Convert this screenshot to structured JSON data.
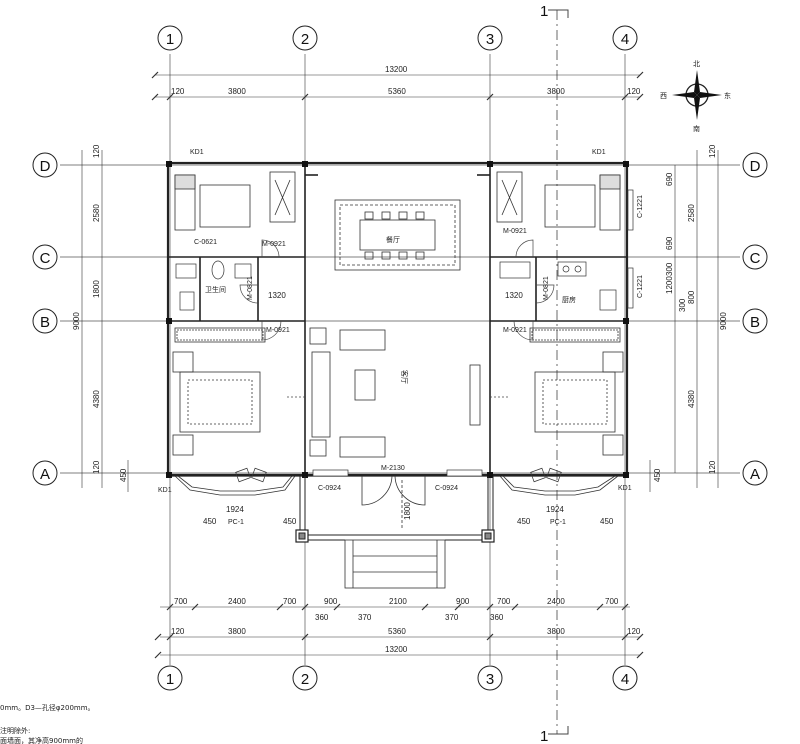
{
  "axes_horizontal": [
    "1",
    "2",
    "3",
    "4"
  ],
  "axes_vertical": [
    "D",
    "C",
    "B",
    "A"
  ],
  "section_mark": "1",
  "compass": {
    "north": "北",
    "south": "南",
    "east": "东",
    "west": "西"
  },
  "dims_top": {
    "total": "13200",
    "left_edge": "120",
    "bay1": "3800",
    "bay2": "5360",
    "bay3": "3800",
    "right_edge": "120"
  },
  "dims_bottom": {
    "row1": [
      "700",
      "2400",
      "700",
      "900",
      "2100",
      "900",
      "700",
      "2400",
      "700"
    ],
    "row1_small": [
      "360",
      "370",
      "370",
      "360"
    ],
    "row2": [
      "120",
      "3800",
      "5360",
      "3800",
      "120"
    ],
    "total": "13200"
  },
  "dims_left": {
    "total": "9000",
    "d1": "2580",
    "d2": "1800",
    "d3": "4380",
    "top": "120",
    "bottom": "120",
    "step": "450"
  },
  "dims_right": {
    "total": "9000",
    "r1": "690",
    "r2": "2580",
    "r3": "690",
    "r4": "300",
    "r5": "1200",
    "r6": "300",
    "r7": "800",
    "r8": "4380",
    "top": "120",
    "bottom": "120",
    "step": "450"
  },
  "labels": {
    "kd_tl": "KD1",
    "kd_tr": "KD1",
    "kd_bl": "KD1",
    "kd_br": "KD1",
    "c0621": "C-0621",
    "c1221_a": "C-1221",
    "c1221_b": "C-1221",
    "m0921_a": "M-0921",
    "m0921_b": "M-0921",
    "m0921_c": "M-0921",
    "m0921_d": "M-0921",
    "m0821_a": "M-0821",
    "m0821_b": "M-0821",
    "m2130": "M-2130",
    "c0924_l": "C-0924",
    "c0924_r": "C-0924",
    "pc_l": "PC-1",
    "pc_r": "PC-1",
    "w1924_l": "1924",
    "w1924_r": "1924",
    "w450_a": "450",
    "w450_b": "450",
    "w450_c": "450",
    "w450_d": "450",
    "w1320_l": "1320",
    "w1320_r": "1320",
    "w1800": "1800",
    "bath": "卫生间",
    "kitchen": "厨房",
    "living": "客厅",
    "dining": "餐厅"
  },
  "notes": [
    "0mm。D3—孔径φ200mm。",
    "注明除外:",
    "面墙面，其净高900mm的"
  ]
}
